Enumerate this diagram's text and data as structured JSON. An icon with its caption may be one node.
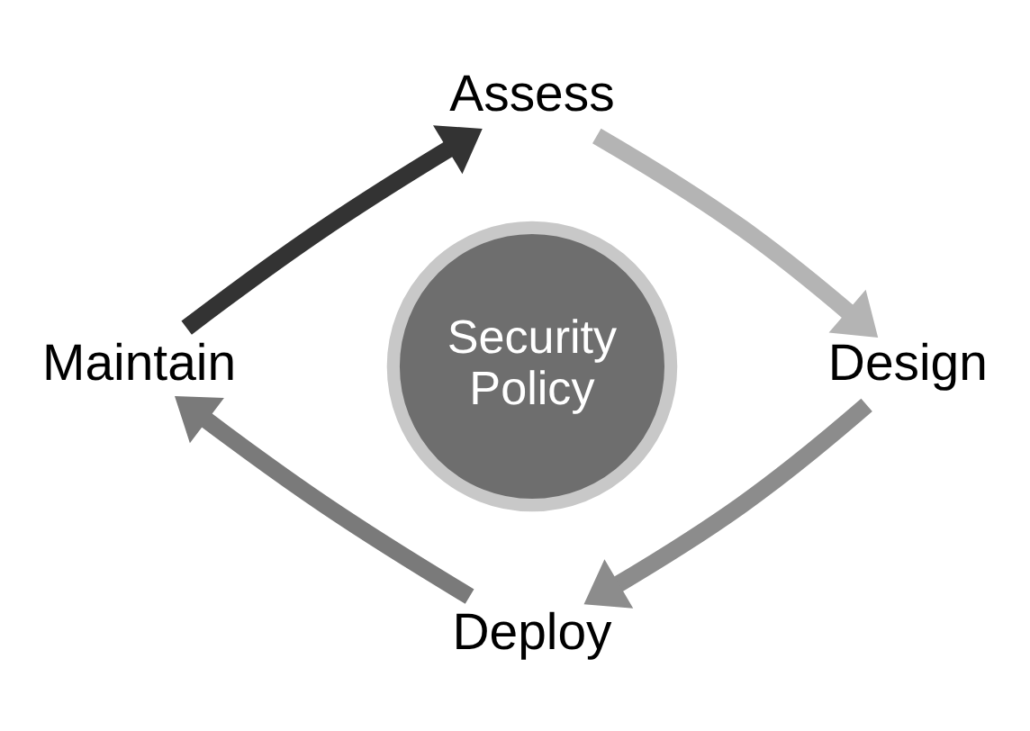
{
  "diagram": {
    "nodes": [
      {
        "text": [
          "Assess"
        ]
      },
      {
        "text": [
          "Maintain"
        ]
      },
      {
        "text": [
          "Security Policy"
        ]
      },
      {
        "text": [
          "Design"
        ]
      },
      {
        "text": [
          "Deploy"
        ]
      }
    ],
    "edges": [
      {
        "from": 0,
        "to": 3,
        "arrow": "to",
        "color": "#b4b4b4"
      },
      {
        "from": 3,
        "to": 4,
        "arrow": "to",
        "color": "#8c8c8c"
      },
      {
        "from": 4,
        "to": 1,
        "arrow": "to",
        "color": "#7a7a7a"
      },
      {
        "from": 1,
        "to": 0,
        "arrow": "to",
        "color": "#333333"
      }
    ]
  }
}
